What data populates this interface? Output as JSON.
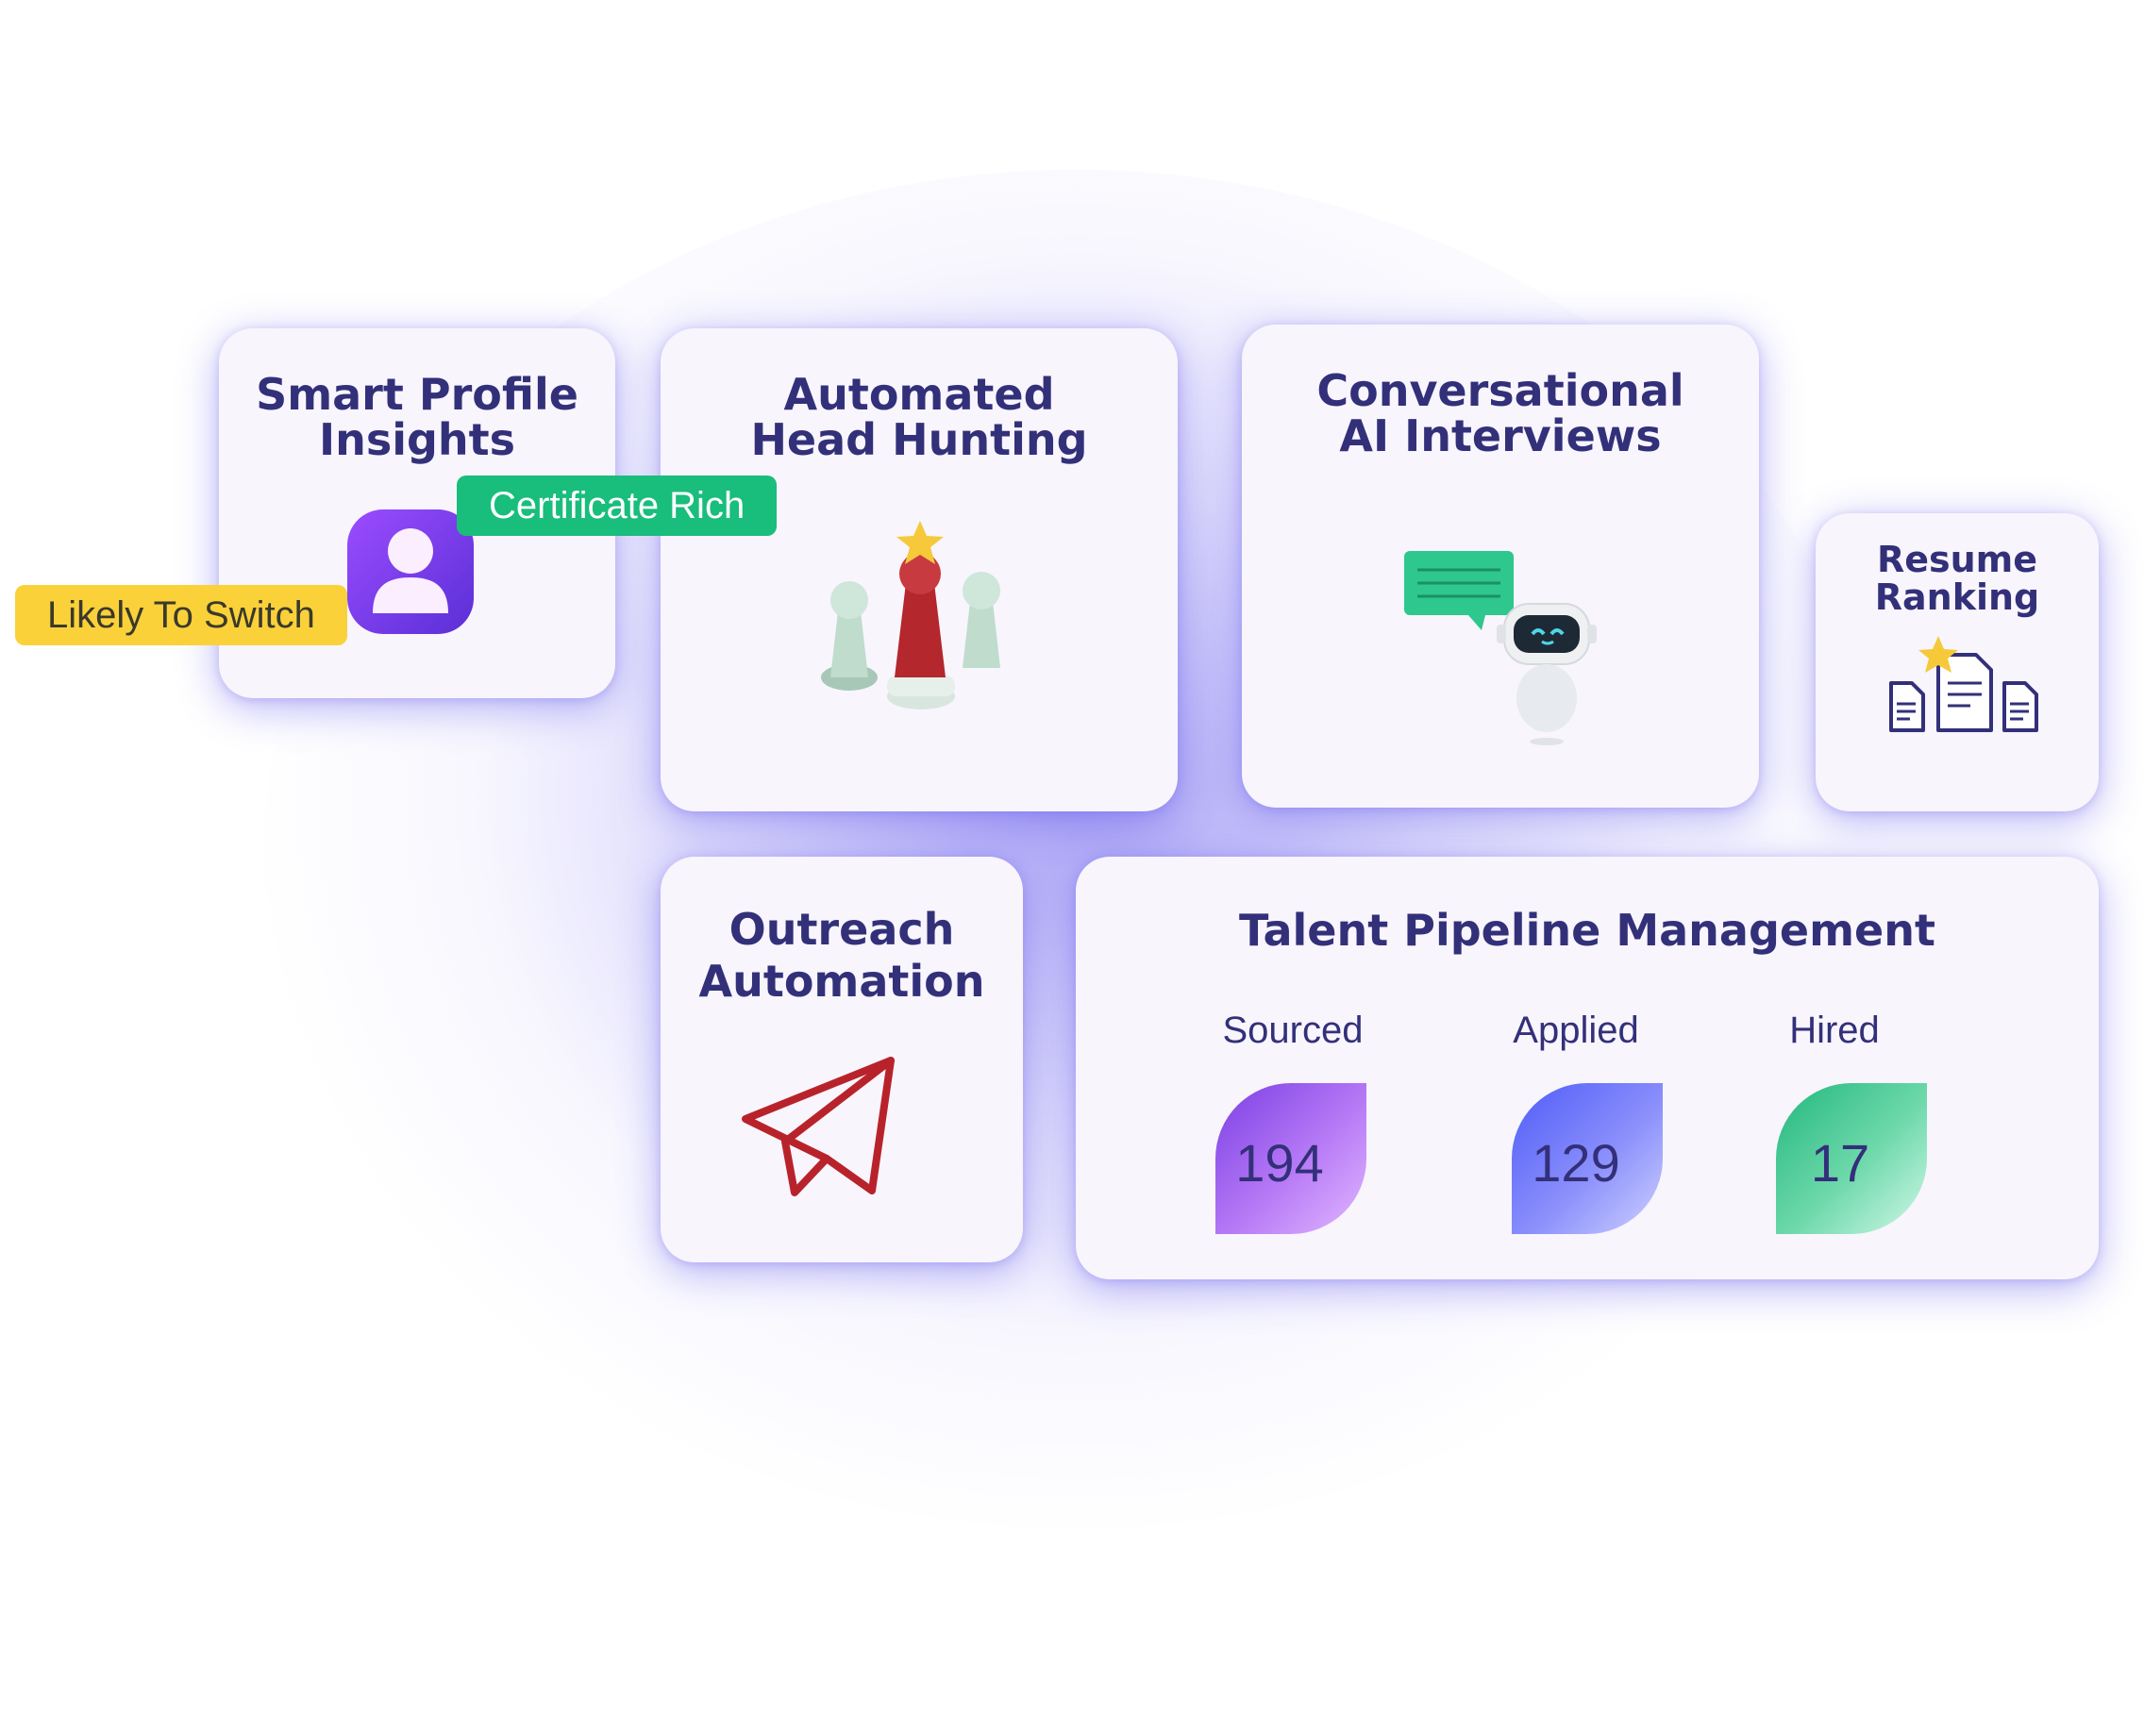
{
  "cards": {
    "smart_profile": {
      "title": "Smart Profile\nInsights"
    },
    "head_hunting": {
      "title": "Automated\nHead Hunting"
    },
    "ai_interviews": {
      "title": "Conversational\nAI Interviews"
    },
    "resume_ranking": {
      "title": "Resume\nRanking"
    },
    "outreach": {
      "title": "Outreach\nAutomation"
    },
    "pipeline": {
      "title": "Talent Pipeline Management",
      "stats": [
        {
          "label": "Sourced",
          "value": "194"
        },
        {
          "label": "Applied",
          "value": "129"
        },
        {
          "label": "Hired",
          "value": "17"
        }
      ]
    }
  },
  "tags": {
    "certificate_rich": "Certificate Rich",
    "likely_to_switch": "Likely To Switch"
  },
  "icons": {
    "smart_profile": "user-profile-icon",
    "head_hunting": "chess-pawns-icon",
    "ai_interviews": "chat-robot-icon",
    "resume_ranking": "ranked-documents-icon",
    "outreach": "paper-plane-icon"
  },
  "colors": {
    "title": "#33307a",
    "tag_green": "#19bd7c",
    "tag_yellow": "#fbd13a",
    "sourced_gradient": [
      "#7b3fe4",
      "#d7a6ff"
    ],
    "applied_gradient": [
      "#4f5cf8",
      "#c5c7ff"
    ],
    "hired_gradient": [
      "#22b77e",
      "#c8f5e4"
    ],
    "plane": "#b8232b",
    "chat_bubble": "#2ec78e"
  }
}
